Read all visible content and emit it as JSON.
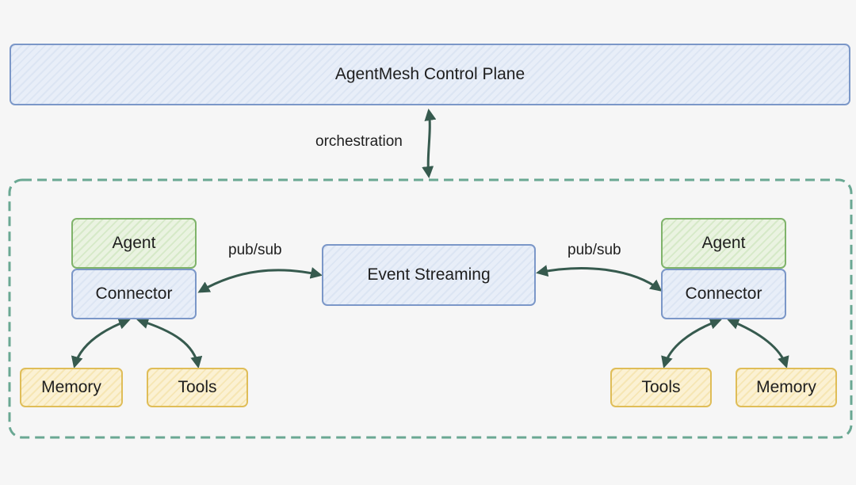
{
  "control_plane": {
    "label": "AgentMesh Control Plane"
  },
  "orchestration_label": "orchestration",
  "event_streaming": {
    "label": "Event Streaming"
  },
  "left_unit": {
    "agent": "Agent",
    "connector": "Connector",
    "memory": "Memory",
    "tools": "Tools",
    "pubsub": "pub/sub"
  },
  "right_unit": {
    "agent": "Agent",
    "connector": "Connector",
    "tools": "Tools",
    "memory": "Memory",
    "pubsub": "pub/sub"
  },
  "colors": {
    "background": "#f6f6f6",
    "blue_stroke": "#7b97c8",
    "green_stroke": "#7fb36a",
    "yellow_stroke": "#dfbd58",
    "mesh_boundary": "#6aa893",
    "arrow": "#365a4e"
  }
}
